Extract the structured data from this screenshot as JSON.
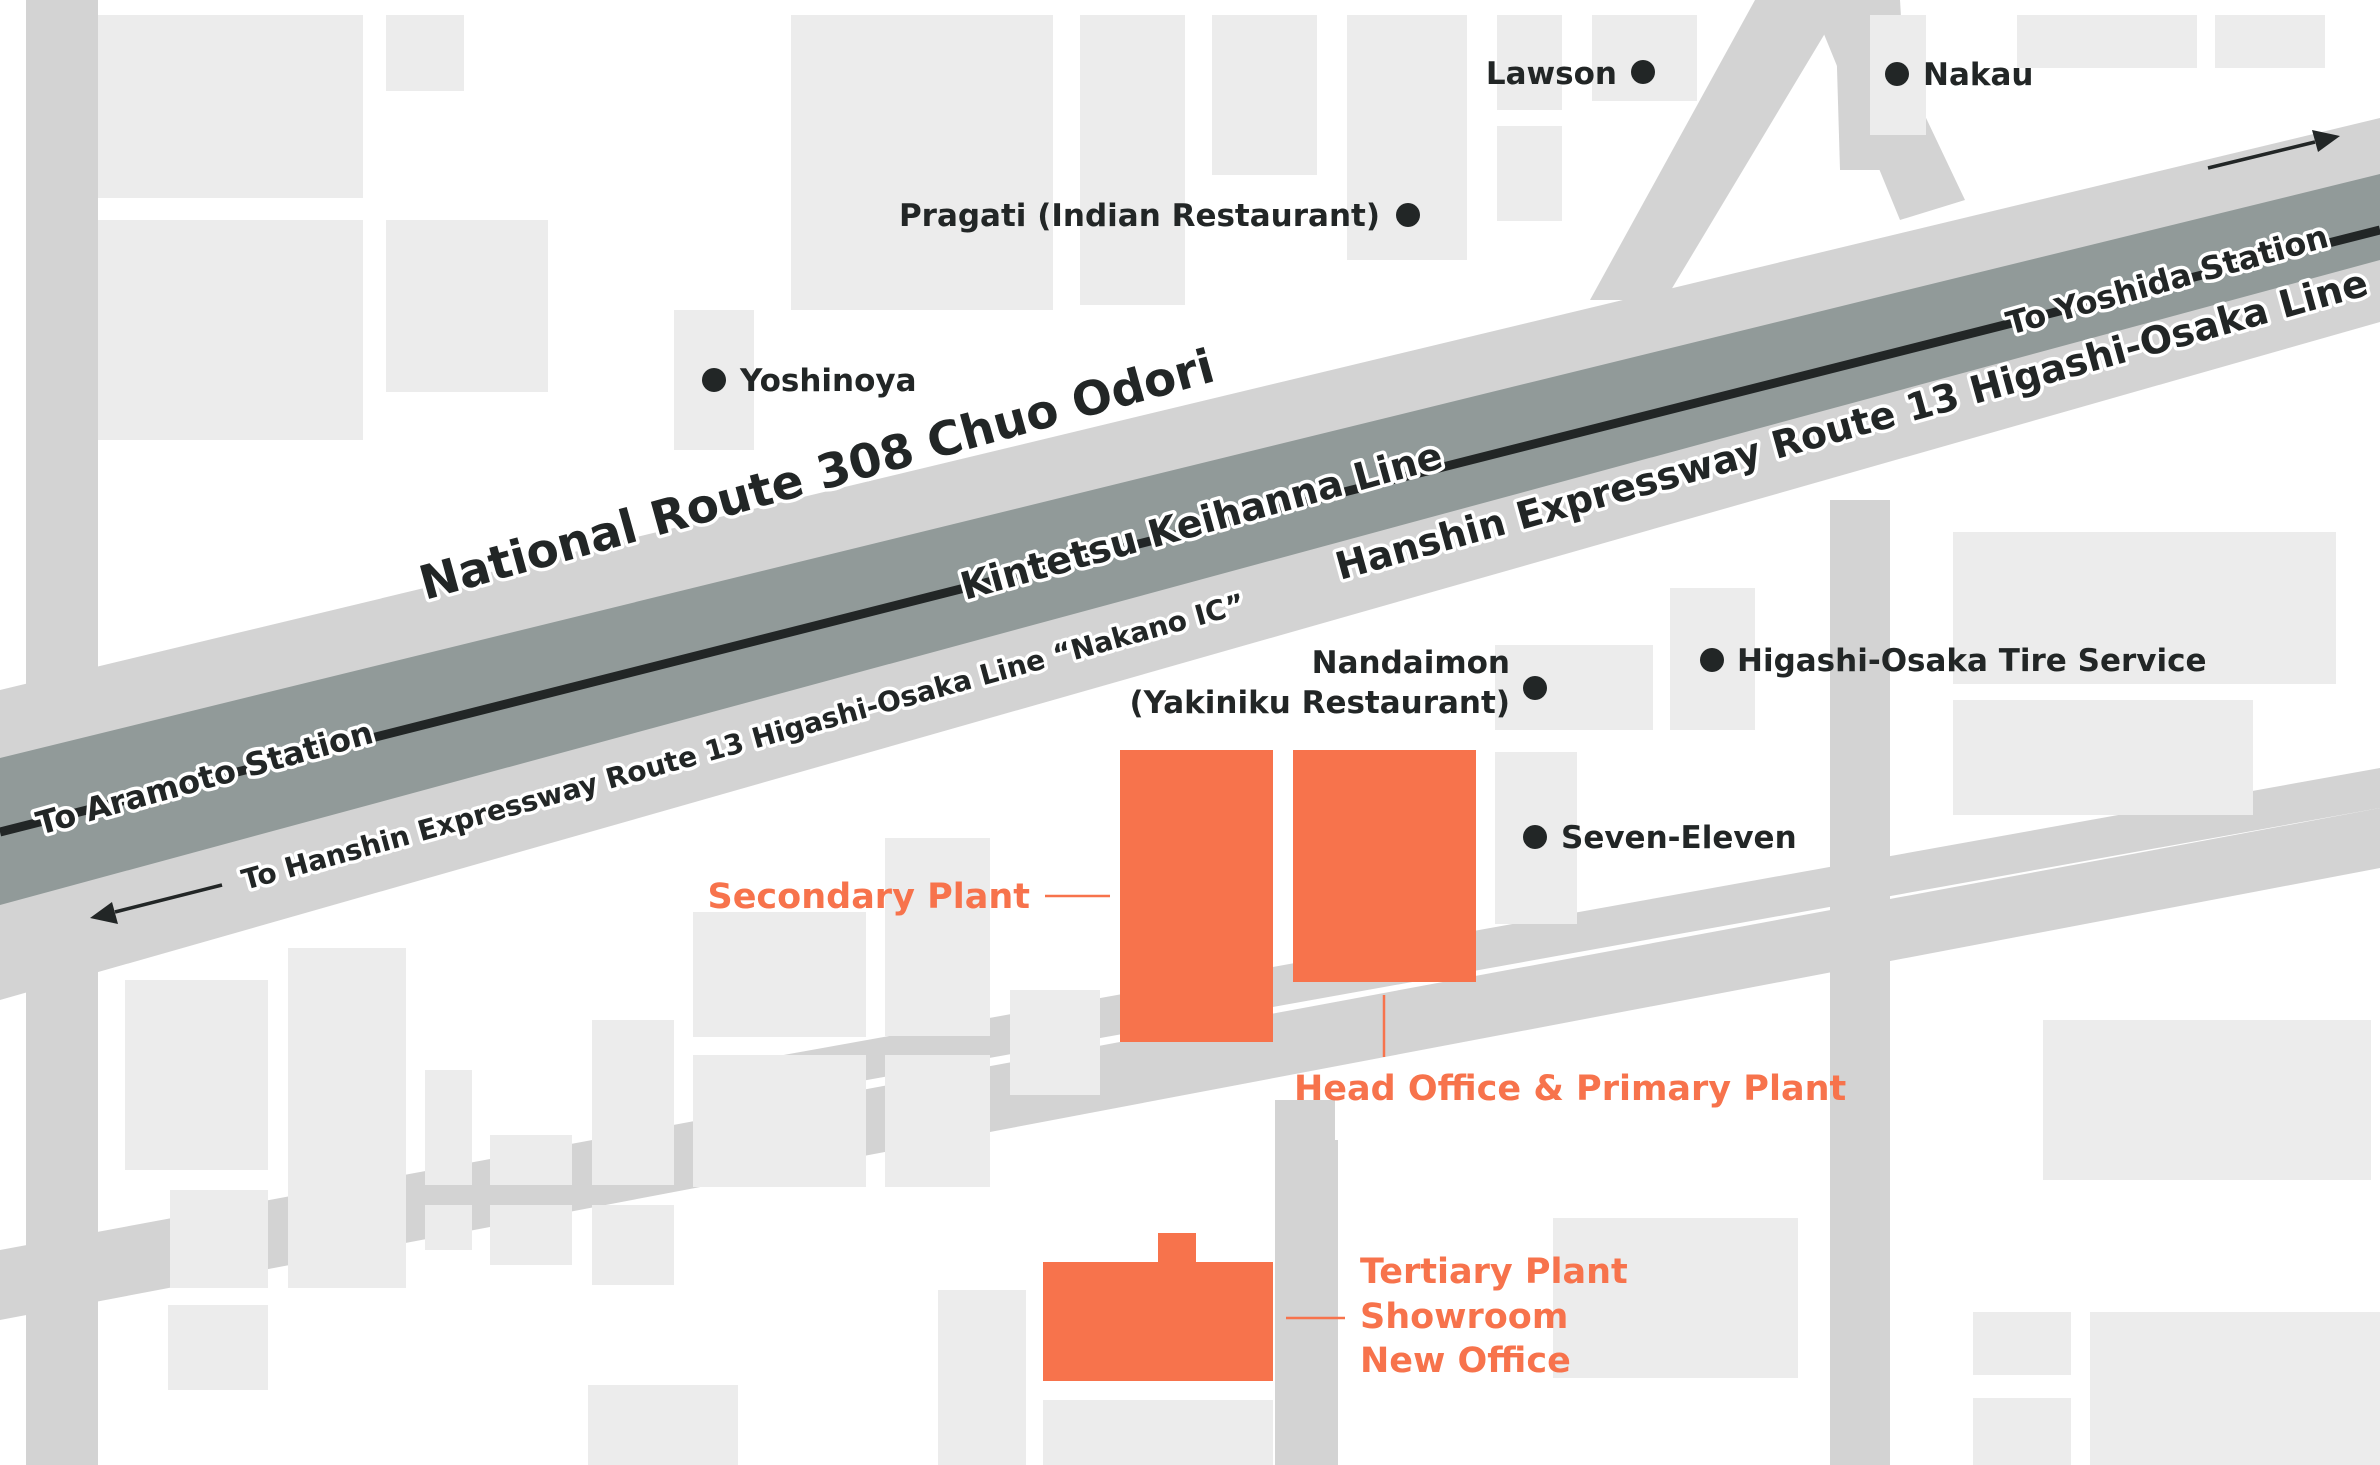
{
  "colors": {
    "background": "#ffffff",
    "road": "#d3d3d3",
    "block": "#ececec",
    "expressway": "#919a99",
    "rail": "#222626",
    "label": "#222626",
    "accent": "#f7734c",
    "halo": "#ffffff"
  },
  "roads": {
    "national_route": "National Route 308 Chuo Odori",
    "railway": "Kintetsu Keihanna Line",
    "expressway": "Hanshin Expressway Route 13 Higashi-Osaka Line",
    "to_yoshida": "To Yoshida Station",
    "to_aramoto": "To Aramoto Station",
    "to_nakano_ic": "To Hanshin Expressway Route 13 Higashi-Osaka Line “Nakano IC”"
  },
  "landmarks": {
    "lawson": "Lawson",
    "nakau": "Nakau",
    "pragati": "Pragati (Indian Restaurant)",
    "yoshinoya": "Yoshinoya",
    "nandaimon_line1": "Nandaimon",
    "nandaimon_line2": "(Yakiniku Restaurant)",
    "tire_service": "Higashi-Osaka Tire Service",
    "seven_eleven": "Seven-Eleven"
  },
  "facilities": {
    "secondary_plant": "Secondary Plant",
    "head_office": "Head Office & Primary Plant",
    "tertiary_line1": "Tertiary Plant",
    "tertiary_line2": "Showroom",
    "tertiary_line3": "New Office"
  }
}
